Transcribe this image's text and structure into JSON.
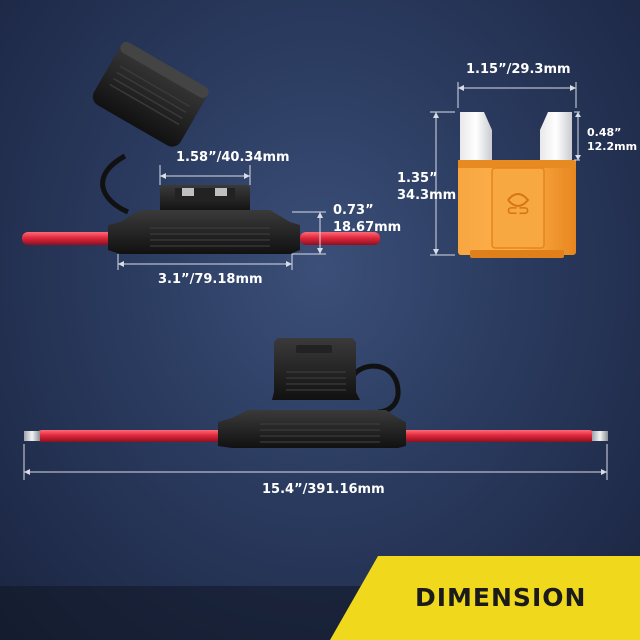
{
  "dimensions": {
    "holder_width": "1.58”/40.34mm",
    "holder_height": "0.73”",
    "holder_height_mm": "18.67mm",
    "holder_length": "3.1”/79.18mm",
    "fuse_width": "1.15”/29.3mm",
    "fuse_height": "1.35”",
    "fuse_height_mm": "34.3mm",
    "blade_height": "0.48”",
    "blade_height_mm": "12.2mm",
    "total_length": "15.4”/391.16mm"
  },
  "banner": {
    "label": "DIMENSION"
  },
  "colors": {
    "background": "#2a3a5e",
    "wire": "#d8253a",
    "holder": "#1c1c1c",
    "fuse_orange": "#f59a2e",
    "banner_yellow": "#f0d81c"
  }
}
